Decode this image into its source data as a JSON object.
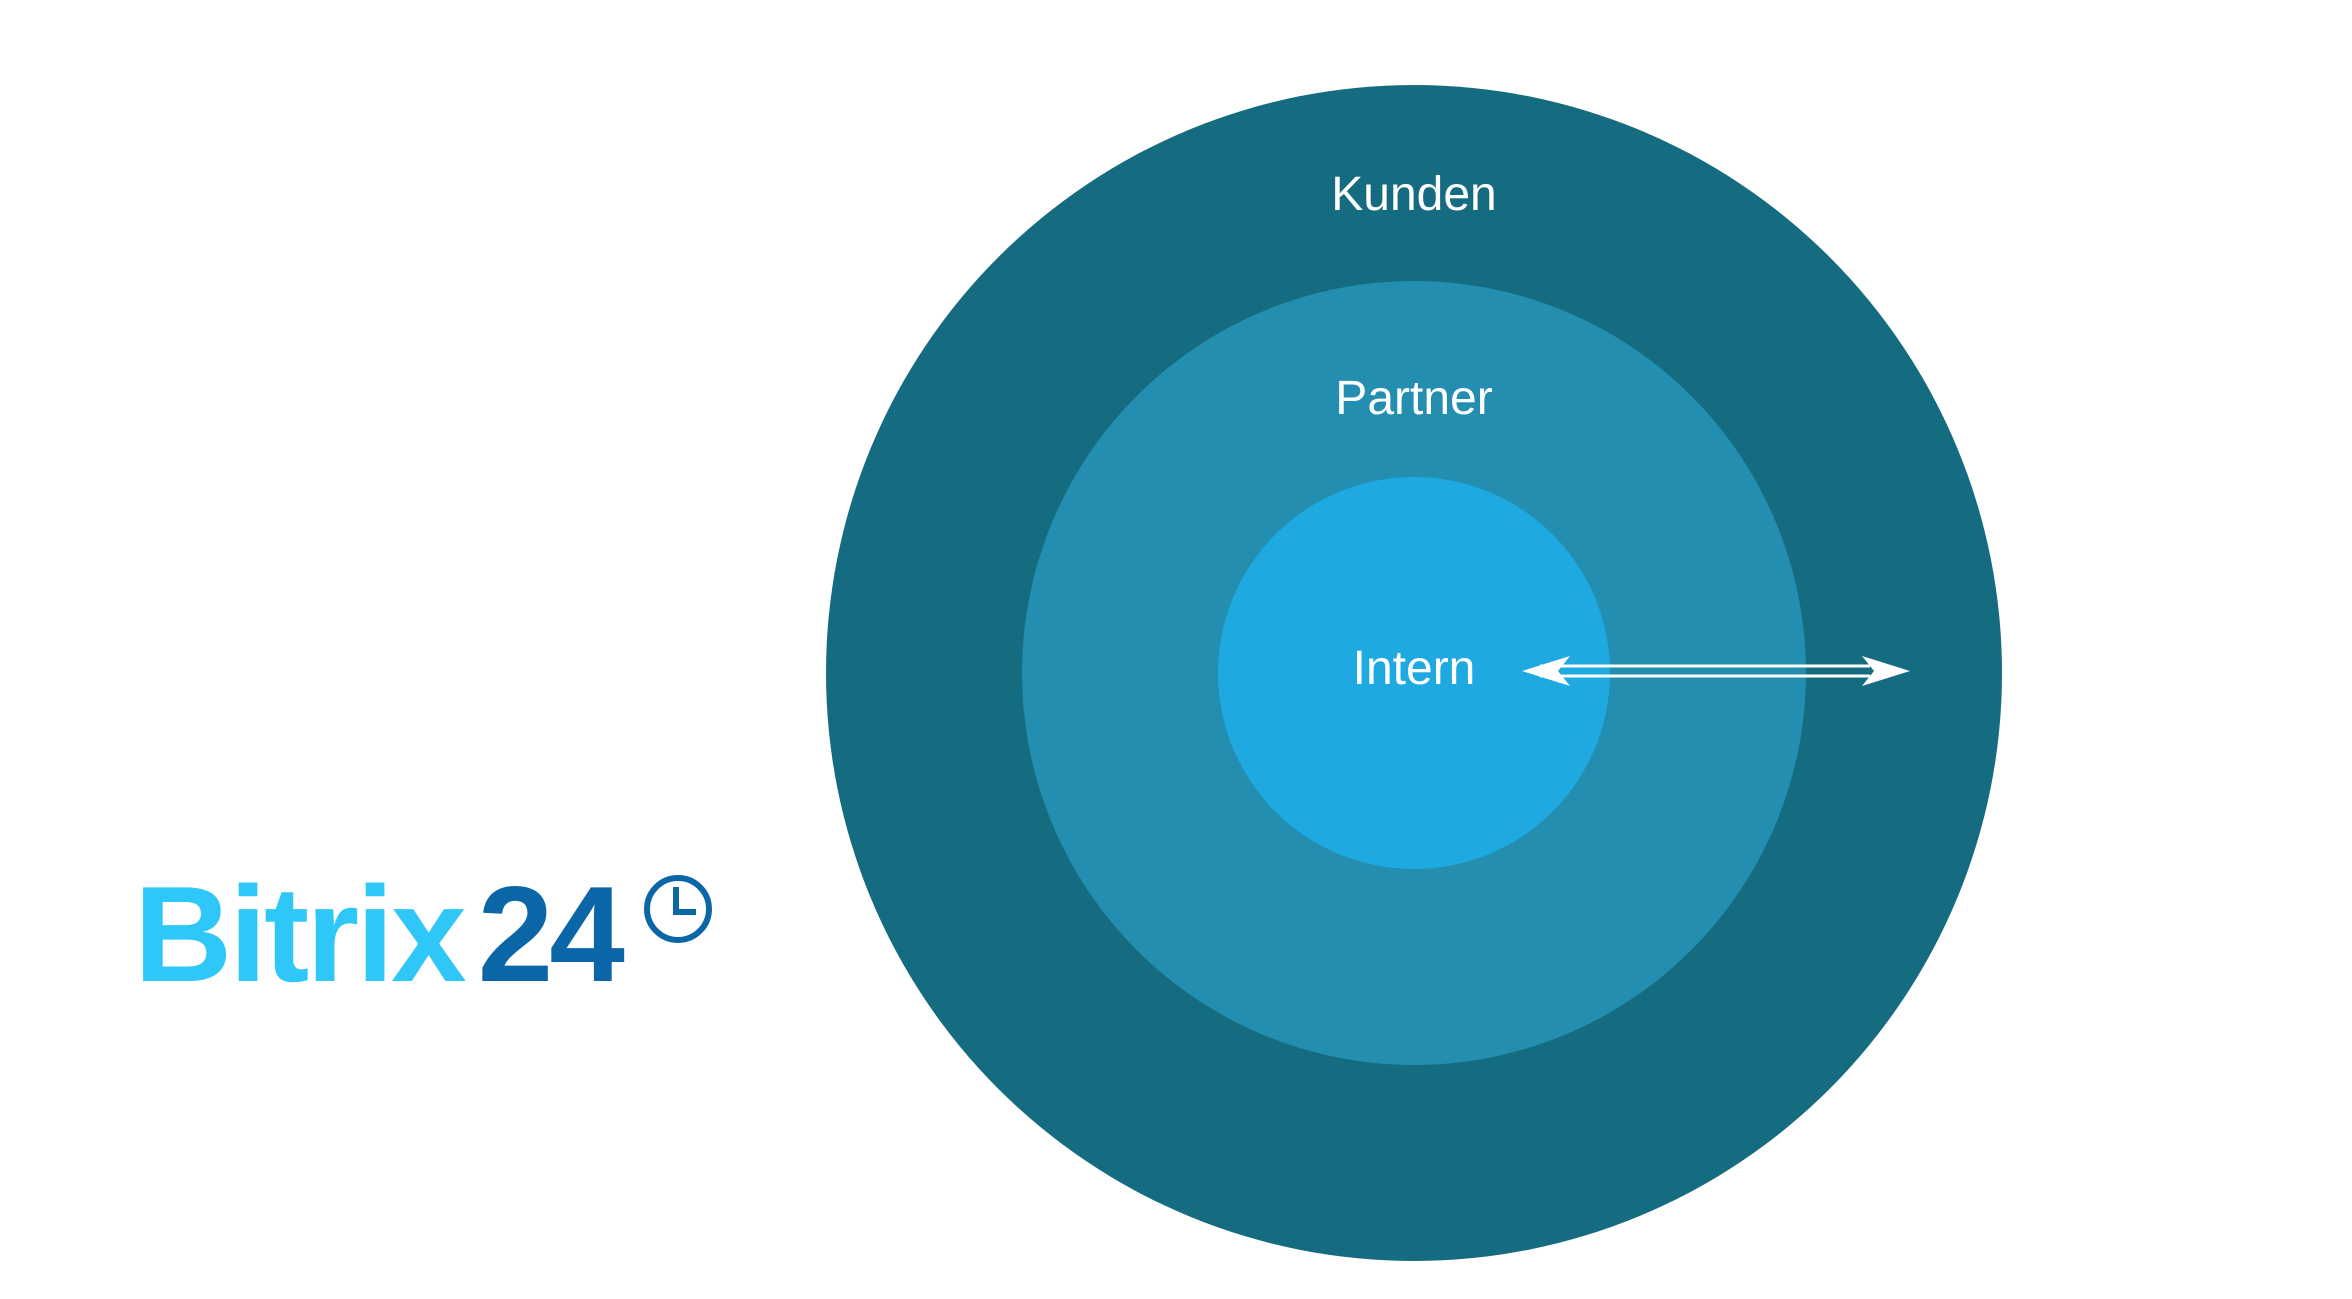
{
  "diagram": {
    "rings": [
      {
        "id": "outer",
        "label": "Kunden",
        "color": "#156c80"
      },
      {
        "id": "middle",
        "label": "Partner",
        "color": "#238eb0"
      },
      {
        "id": "inner",
        "label": "Intern",
        "color": "#1eaae0"
      }
    ],
    "arrow": {
      "type": "double-headed",
      "color": "#ffffff"
    }
  },
  "logo": {
    "word": "Bitrix",
    "number": "24",
    "icon": "clock-icon",
    "word_color": "#2fc7f7",
    "number_color": "#0b66a8"
  }
}
